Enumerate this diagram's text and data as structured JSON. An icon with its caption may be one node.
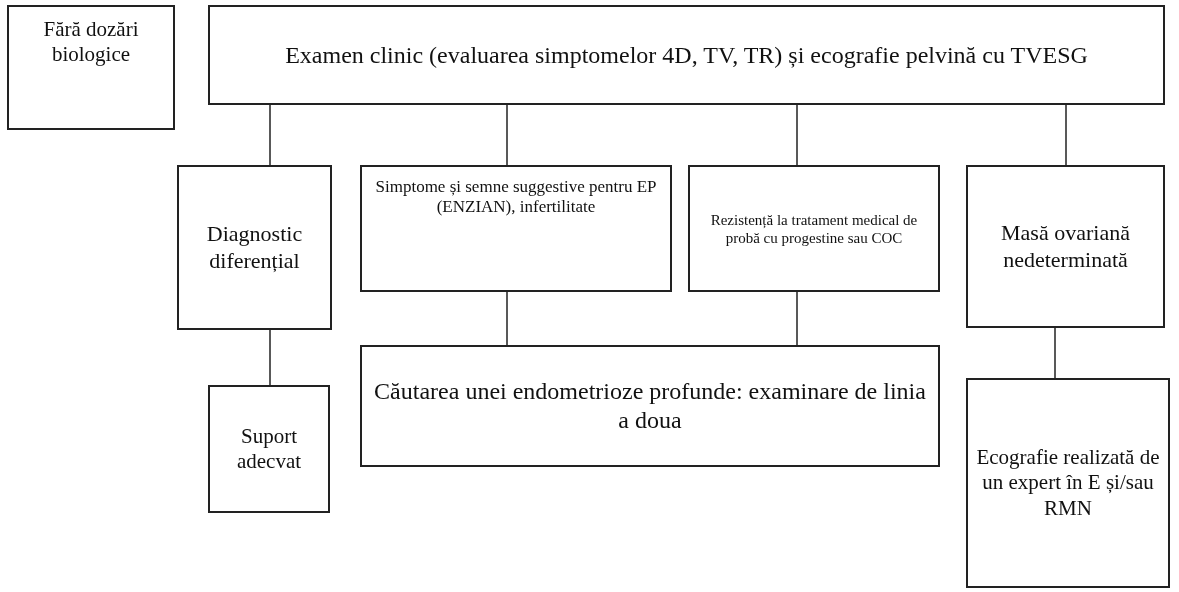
{
  "diagram": {
    "nodes": [
      {
        "text": [
          "Fără dozări biologice"
        ]
      },
      {
        "text": [
          "Examen clinic (evaluarea simptomelor 4D, TV, TR) și ecografie pelvină cu TVESG"
        ]
      },
      {
        "text": [
          "Diagnostic diferențial"
        ]
      },
      {
        "text": [
          "Simptome și semne suggestive pentru EP (ENZIAN), infertilitate"
        ]
      },
      {
        "text": [
          "Rezistență la tratament medical de probă cu progestine sau COC"
        ]
      },
      {
        "text": [
          "Masă ovariană nedeterminată"
        ]
      },
      {
        "text": [
          "Suport adecvat"
        ]
      },
      {
        "text": [
          "Căutarea unei endometrioze profunde: examinare de linia a doua"
        ]
      },
      {
        "text": [
          "Ecografie realizată de un expert în E și/sau RMN"
        ]
      }
    ],
    "edges": [
      {
        "from": 1,
        "to": 2,
        "arrow": "none"
      },
      {
        "from": 1,
        "to": 3,
        "arrow": "none"
      },
      {
        "from": 1,
        "to": 4,
        "arrow": "none"
      },
      {
        "from": 1,
        "to": 5,
        "arrow": "none"
      },
      {
        "from": 2,
        "to": 6,
        "arrow": "none"
      },
      {
        "from": 3,
        "to": 7,
        "arrow": "none"
      },
      {
        "from": 4,
        "to": 7,
        "arrow": "none"
      },
      {
        "from": 5,
        "to": 8,
        "arrow": "none"
      }
    ]
  }
}
